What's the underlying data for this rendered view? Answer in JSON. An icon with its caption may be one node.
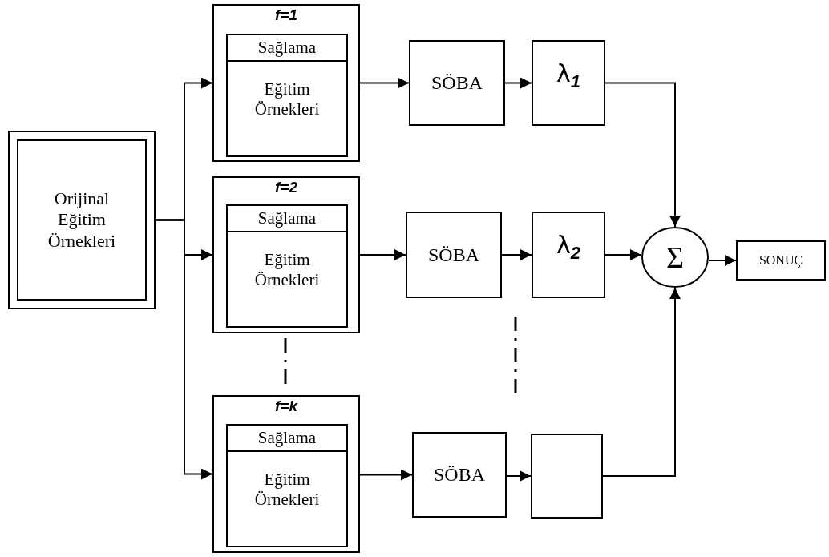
{
  "diagram": {
    "nodes": [
      {
        "text": [
          "Orijinal Eğitim Örnekleri"
        ]
      },
      {
        "text": [
          "f=1"
        ]
      },
      {
        "text": [
          "Sağlama",
          "Eğitim Örnekleri"
        ],
        "in": 1
      },
      {
        "text": [
          "f=2"
        ]
      },
      {
        "text": [
          "Sağlama",
          "Eğitim Örnekleri"
        ],
        "in": 3
      },
      {
        "text": [
          "f=k"
        ]
      },
      {
        "text": [
          "Sağlama",
          "Eğitim Örnekleri"
        ],
        "in": 5
      },
      {
        "text": [
          "SÖBA"
        ]
      },
      {
        "text": [
          "λ$_{1}$"
        ]
      },
      {
        "text": [
          "SÖBA"
        ]
      },
      {
        "text": [
          "λ$_{2}$"
        ]
      },
      {
        "text": [
          "SÖBA"
        ]
      },
      {
        "text": [],
        "shape": "box"
      },
      {
        "text": [
          "Σ"
        ]
      },
      {
        "text": [
          "SONUÇ"
        ]
      }
    ],
    "edges": [
      {
        "from": 0,
        "to": 1,
        "arrow": "to"
      },
      {
        "from": 0,
        "to": 3,
        "arrow": "to"
      },
      {
        "from": 0,
        "to": 5,
        "arrow": "to"
      },
      {
        "from": 1,
        "to": 7,
        "arrow": "to"
      },
      {
        "from": 7,
        "to": 8,
        "arrow": "to"
      },
      {
        "from": 8,
        "to": 13,
        "arrow": "to"
      },
      {
        "from": 3,
        "to": 9,
        "arrow": "to"
      },
      {
        "from": 9,
        "to": 10,
        "arrow": "to"
      },
      {
        "from": 10,
        "to": 13,
        "arrow": "to"
      },
      {
        "from": 5,
        "to": 11,
        "arrow": "to"
      },
      {
        "from": 11,
        "to": 12,
        "arrow": "to"
      },
      {
        "from": 12,
        "to": 13,
        "arrow": "to"
      },
      {
        "from": 13,
        "to": 14,
        "arrow": "to"
      }
    ]
  }
}
